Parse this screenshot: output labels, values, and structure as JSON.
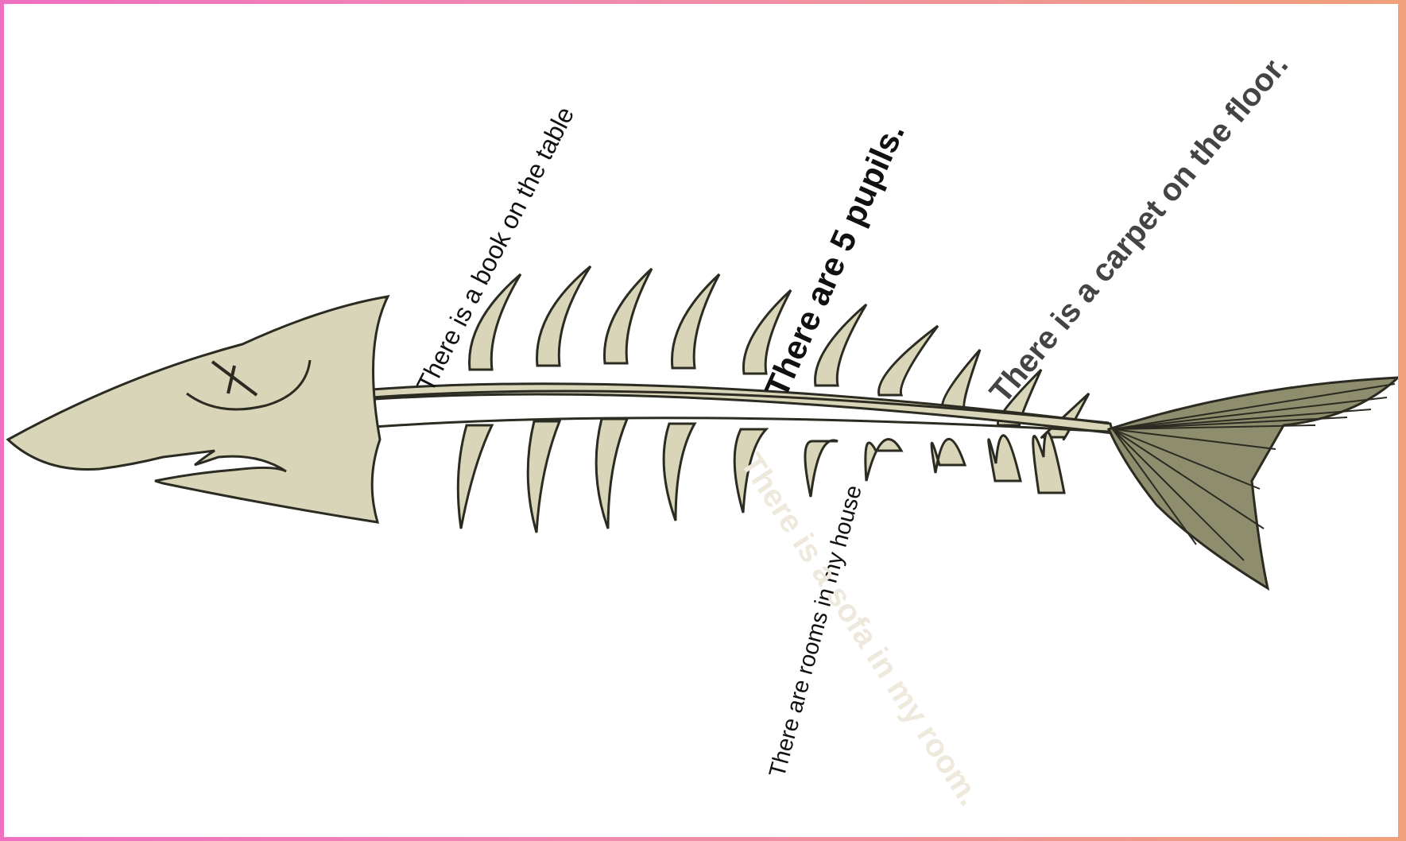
{
  "slide": {
    "labels": {
      "book": "There is a book on the table",
      "pupils": "There are 5 pupils.",
      "carpet": "There is a carpet on the floor.",
      "rooms": "There are rooms in my house",
      "sofa": "There is a sofa in my room."
    },
    "colors": {
      "frame_pink": "#ef6fc0",
      "frame_orange": "#f0a07a",
      "bone": "#d8d5b8",
      "bone_outline": "#2b2b22",
      "tail": "#8e8d6e",
      "faded_text": "#eee9dc"
    },
    "icons": [
      "fish-skeleton-illustration"
    ]
  }
}
